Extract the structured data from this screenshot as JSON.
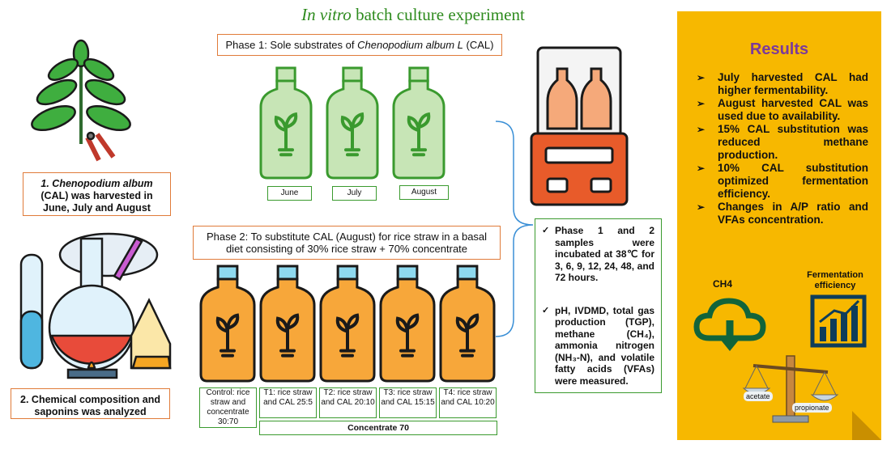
{
  "title_italic": "In vitro",
  "title_rest": "batch culture experiment",
  "step1": {
    "name": "1. Chenopodium album",
    "rest": "(CAL) was harvested in June, July and August"
  },
  "step2": "2. Chemical composition and saponins was analyzed",
  "phase1": {
    "prefix": "Phase 1: Sole substrates of",
    "italic": "Chenopodium album L",
    "suffix": "(CAL)"
  },
  "phase1_bottles": [
    "June",
    "July",
    "August"
  ],
  "phase2": "Phase 2: To substitute CAL (August) for rice straw in a basal diet consisting of 30% rice straw + 70% concentrate",
  "phase2_bottles": [
    "Control: rice straw and concentrate 30:70",
    "T1: rice straw and CAL 25:5",
    "T2: rice straw and CAL 20:10",
    "T3: rice straw and CAL 15:15",
    "T4: rice straw and CAL 10:20"
  ],
  "concentrate": "Concentrate 70",
  "methods": [
    "Phase 1 and 2 samples were incubated at 38℃ for 3, 6, 9, 12, 24, 48, and 72 hours.",
    "pH, IVDMD, total gas production (TGP), methane (CH₄), ammonia nitrogen (NH₃-N), and volatile fatty acids (VFAs) were measured."
  ],
  "results": {
    "heading": "Results",
    "items": [
      "July harvested CAL had higher fermentability.",
      "August harvested CAL was used due to availability.",
      "15% CAL substitution was reduced methane production.",
      "10% CAL substitution optimized fermentation efficiency.",
      "Changes in A/P ratio and VFAs concentration."
    ],
    "ch4_label": "CH4",
    "ferment_label": "Fermentation efficiency",
    "acetate_label": "acetate",
    "propionate_label": "propionate"
  },
  "colors": {
    "green": "#3a9a2e",
    "orange": "#e07b39",
    "results_bg": "#f7b800",
    "results_heading": "#7b3a9b"
  }
}
